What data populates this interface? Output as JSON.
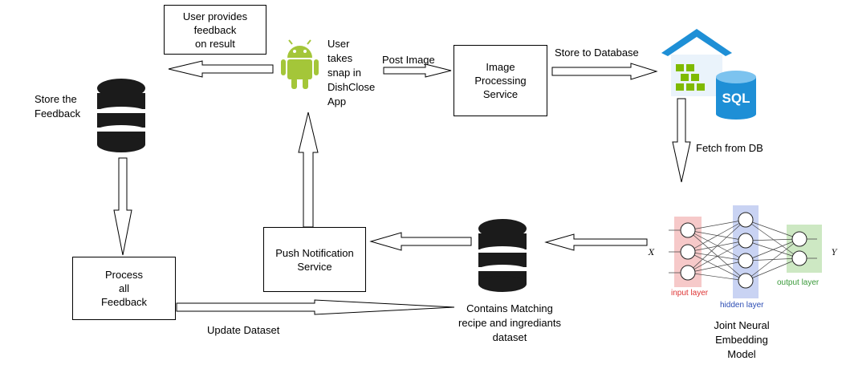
{
  "boxes": {
    "feedback_note": "User provides\nfeedback\non result",
    "image_processing": "Image\nProcessing\nService",
    "push_notification": "Push Notification\nService",
    "process_feedback": "Process\nall\nFeedback"
  },
  "labels": {
    "user_takes_snap": "User\ntakes\nsnap in\nDishClose\nApp",
    "post_image": "Post Image",
    "store_to_database": "Store to Database",
    "store_feedback": "Store the\nFeedback",
    "fetch_from_db": "Fetch from DB",
    "update_dataset": "Update Dataset",
    "dataset_caption": "Contains Matching\nrecipe and ingrediants\ndataset",
    "model_caption": "Joint Neural\nEmbedding\nModel"
  },
  "sql_icon_text": "SQL",
  "neural_net": {
    "input_layer": "input layer",
    "hidden_layer": "hidden layer",
    "output_layer": "output layer",
    "input_symbol": "X",
    "output_symbol": "Y"
  },
  "colors": {
    "android_green": "#a4c639",
    "sql_blue": "#1e8fd6",
    "input_layer_bg": "#f6c9c9",
    "hidden_layer_bg": "#c9d3f3",
    "output_layer_bg": "#cde8c3"
  }
}
